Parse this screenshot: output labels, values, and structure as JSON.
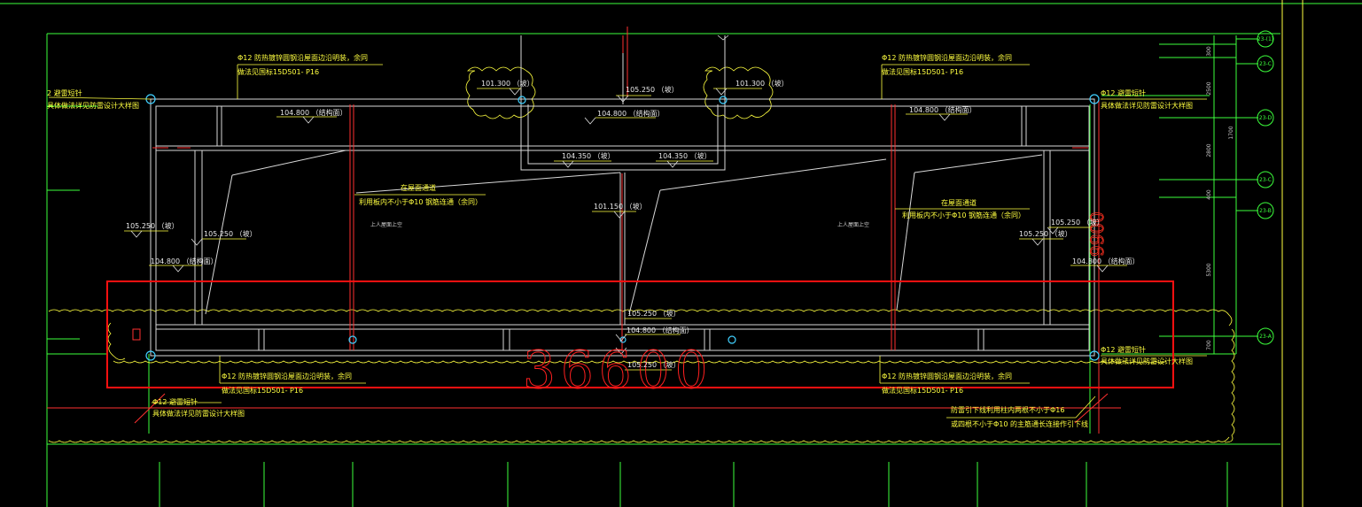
{
  "elevations": {
    "left_top": "105.250 （坡）",
    "left_mid": "105.250 （坡）",
    "left_fin": "104.800 （结构面）",
    "left_inner": "104.800 （结构面）",
    "center_top": "105.250 （坡）",
    "center_inner": "104.800 （结构面）",
    "left_cloud": "101.300 （坡）",
    "right_cloud": "101.300 （坡）",
    "pit_left": "104.350 （坡）",
    "pit_right": "104.350 （坡）",
    "center_mid": "101.150 （坡）",
    "right_inner": "104.800 （结构面）",
    "right_top": "105.250 （坡）",
    "right_mid": "105.250 （坡）",
    "right_fin": "104.800 （结构面）",
    "bottom_a": "105.250 （坡）",
    "bottom_b": "104.800 （结构面）",
    "bottom_c": "105.250 （坡）"
  },
  "notes": {
    "tl_1": "Φ12 防热镀锌圆钢沿屋面边沿明装，余同",
    "tl_2": "做法见国标15D501- P16",
    "tr_1": "Φ12 防热镀锌圆钢沿屋面边沿明装，余同",
    "tr_2": "做法见国标15D501- P16",
    "bl_1": "Φ12 防热镀锌圆钢沿屋面边沿明装，余同",
    "bl_2": "做法见国标15D501- P16",
    "br_1": "Φ12 防热镀锌圆钢沿屋面边沿明装，余同",
    "br_2": "做法见国标15D501- P16",
    "left_edge_1": "2 避雷短针",
    "left_edge_2": "具体做法详见防雷设计大样图",
    "right_top_1": "Φ12 避雷短针",
    "right_top_2": "具体做法详见防雷设计大样图",
    "right_bot_1": "Φ12 避雷短针",
    "right_bot_2": "具体做法详见防雷设计大样图",
    "bottom_left_1": "Φ12 避雷短针",
    "bottom_left_2": "具体做法详见防雷设计大样图",
    "mid_left_1": "在屋面通道",
    "mid_left_2": "利用板内不小于Φ10 钢筋连通（余同）",
    "mid_right_1": "在屋面通道",
    "mid_right_2": "利用板内不小于Φ10 钢筋连通（余同）",
    "down_1": "防雷引下线利用柱内两根不小于Φ16",
    "down_2": "或四根不小于Φ10 的主筋通长连接作引下线",
    "gray_left": "上人屋面上空",
    "gray_right": "上人屋面上空"
  },
  "dims": {
    "d1": "300",
    "d2": "2500",
    "d3": "1700",
    "d4": "2800",
    "d5": "400",
    "d6": "5300",
    "d7": "700",
    "total_vertical": "9900",
    "total_horizontal": "36600"
  },
  "axes": {
    "a1": "23-(1)",
    "a2": "23-C",
    "a3": "23-D",
    "a4": "23-C",
    "a5": "23-B",
    "a6": "23-A"
  }
}
